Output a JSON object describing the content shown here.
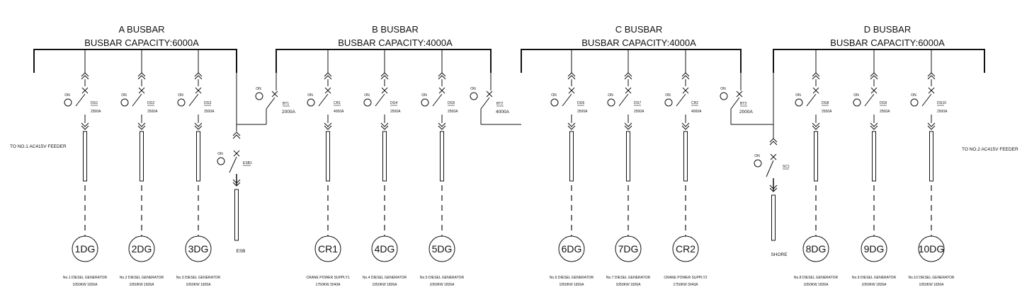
{
  "busbars": [
    {
      "name": "A BUSBAR",
      "capacity": "BUSBAR CAPACITY:6000A"
    },
    {
      "name": "B BUSBAR",
      "capacity": "BUSBAR CAPACITY:4000A"
    },
    {
      "name": "C BUSBAR",
      "capacity": "BUSBAR CAPACITY:4000A"
    },
    {
      "name": "D BUSBAR",
      "capacity": "BUSBAR CAPACITY:6000A"
    }
  ],
  "feeders": [
    "TO NO.1 AC415V FEEDER",
    "TO NO.2 AC415V FEEDER"
  ],
  "on_label": "ON",
  "breakers": [
    {
      "tag": "DG1",
      "rating": "2500A"
    },
    {
      "tag": "DG2",
      "rating": "2500A"
    },
    {
      "tag": "DG3",
      "rating": "2500A"
    },
    {
      "tag": "CR1",
      "rating": "4000A"
    },
    {
      "tag": "DG4",
      "rating": "2500A"
    },
    {
      "tag": "DG5",
      "rating": "2500A"
    },
    {
      "tag": "DG6",
      "rating": "2500A"
    },
    {
      "tag": "DG7",
      "rating": "2500A"
    },
    {
      "tag": "CR2",
      "rating": "4000A"
    },
    {
      "tag": "DG8",
      "rating": "2500A"
    },
    {
      "tag": "DG9",
      "rating": "2500A"
    },
    {
      "tag": "DG10",
      "rating": "2500A"
    }
  ],
  "ties": [
    {
      "tag": "BT1",
      "rating": "2000A"
    },
    {
      "tag": "BT2",
      "rating": "4000A"
    },
    {
      "tag": "BT3",
      "rating": "2000A"
    }
  ],
  "esb": {
    "tag": "ESB1",
    "label": "ESB"
  },
  "shore": {
    "tag": "SC1",
    "label": "SHORE"
  },
  "generators": [
    {
      "id": "1DG",
      "desc": "No.1 DIESEL GENERATOR",
      "spec": "1050KW  1826A"
    },
    {
      "id": "2DG",
      "desc": "No.2 DIESEL GENERATOR",
      "spec": "1050KW  1826A"
    },
    {
      "id": "3DG",
      "desc": "No.3 DIESEL GENERATOR",
      "spec": "1050KW  1826A"
    },
    {
      "id": "CR1",
      "desc": "CRANE POWER SUPPLY1",
      "spec": "1750KW  3043A"
    },
    {
      "id": "4DG",
      "desc": "No.4 DIESEL GENERATOR",
      "spec": "1050KW  1826A"
    },
    {
      "id": "5DG",
      "desc": "No.5 DIESEL GENERATOR",
      "spec": "1050KW  1826A"
    },
    {
      "id": "6DG",
      "desc": "No.6 DIESEL GENERATOR",
      "spec": "1050KW  1826A"
    },
    {
      "id": "7DG",
      "desc": "No.7 DIESEL GENERATOR",
      "spec": "1050KW  1826A"
    },
    {
      "id": "CR2",
      "desc": "CRANE POWER SUPPLY2",
      "spec": "1750KW  3043A"
    },
    {
      "id": "8DG",
      "desc": "No.8 DIESEL GENERATOR",
      "spec": "1050KW  1826A"
    },
    {
      "id": "9DG",
      "desc": "No.9 DIESEL GENERATOR",
      "spec": "1050KW  1826A"
    },
    {
      "id": "10DG",
      "desc": "No.10 DIESEL GENERATOR",
      "spec": "1050KW  1826A"
    }
  ]
}
